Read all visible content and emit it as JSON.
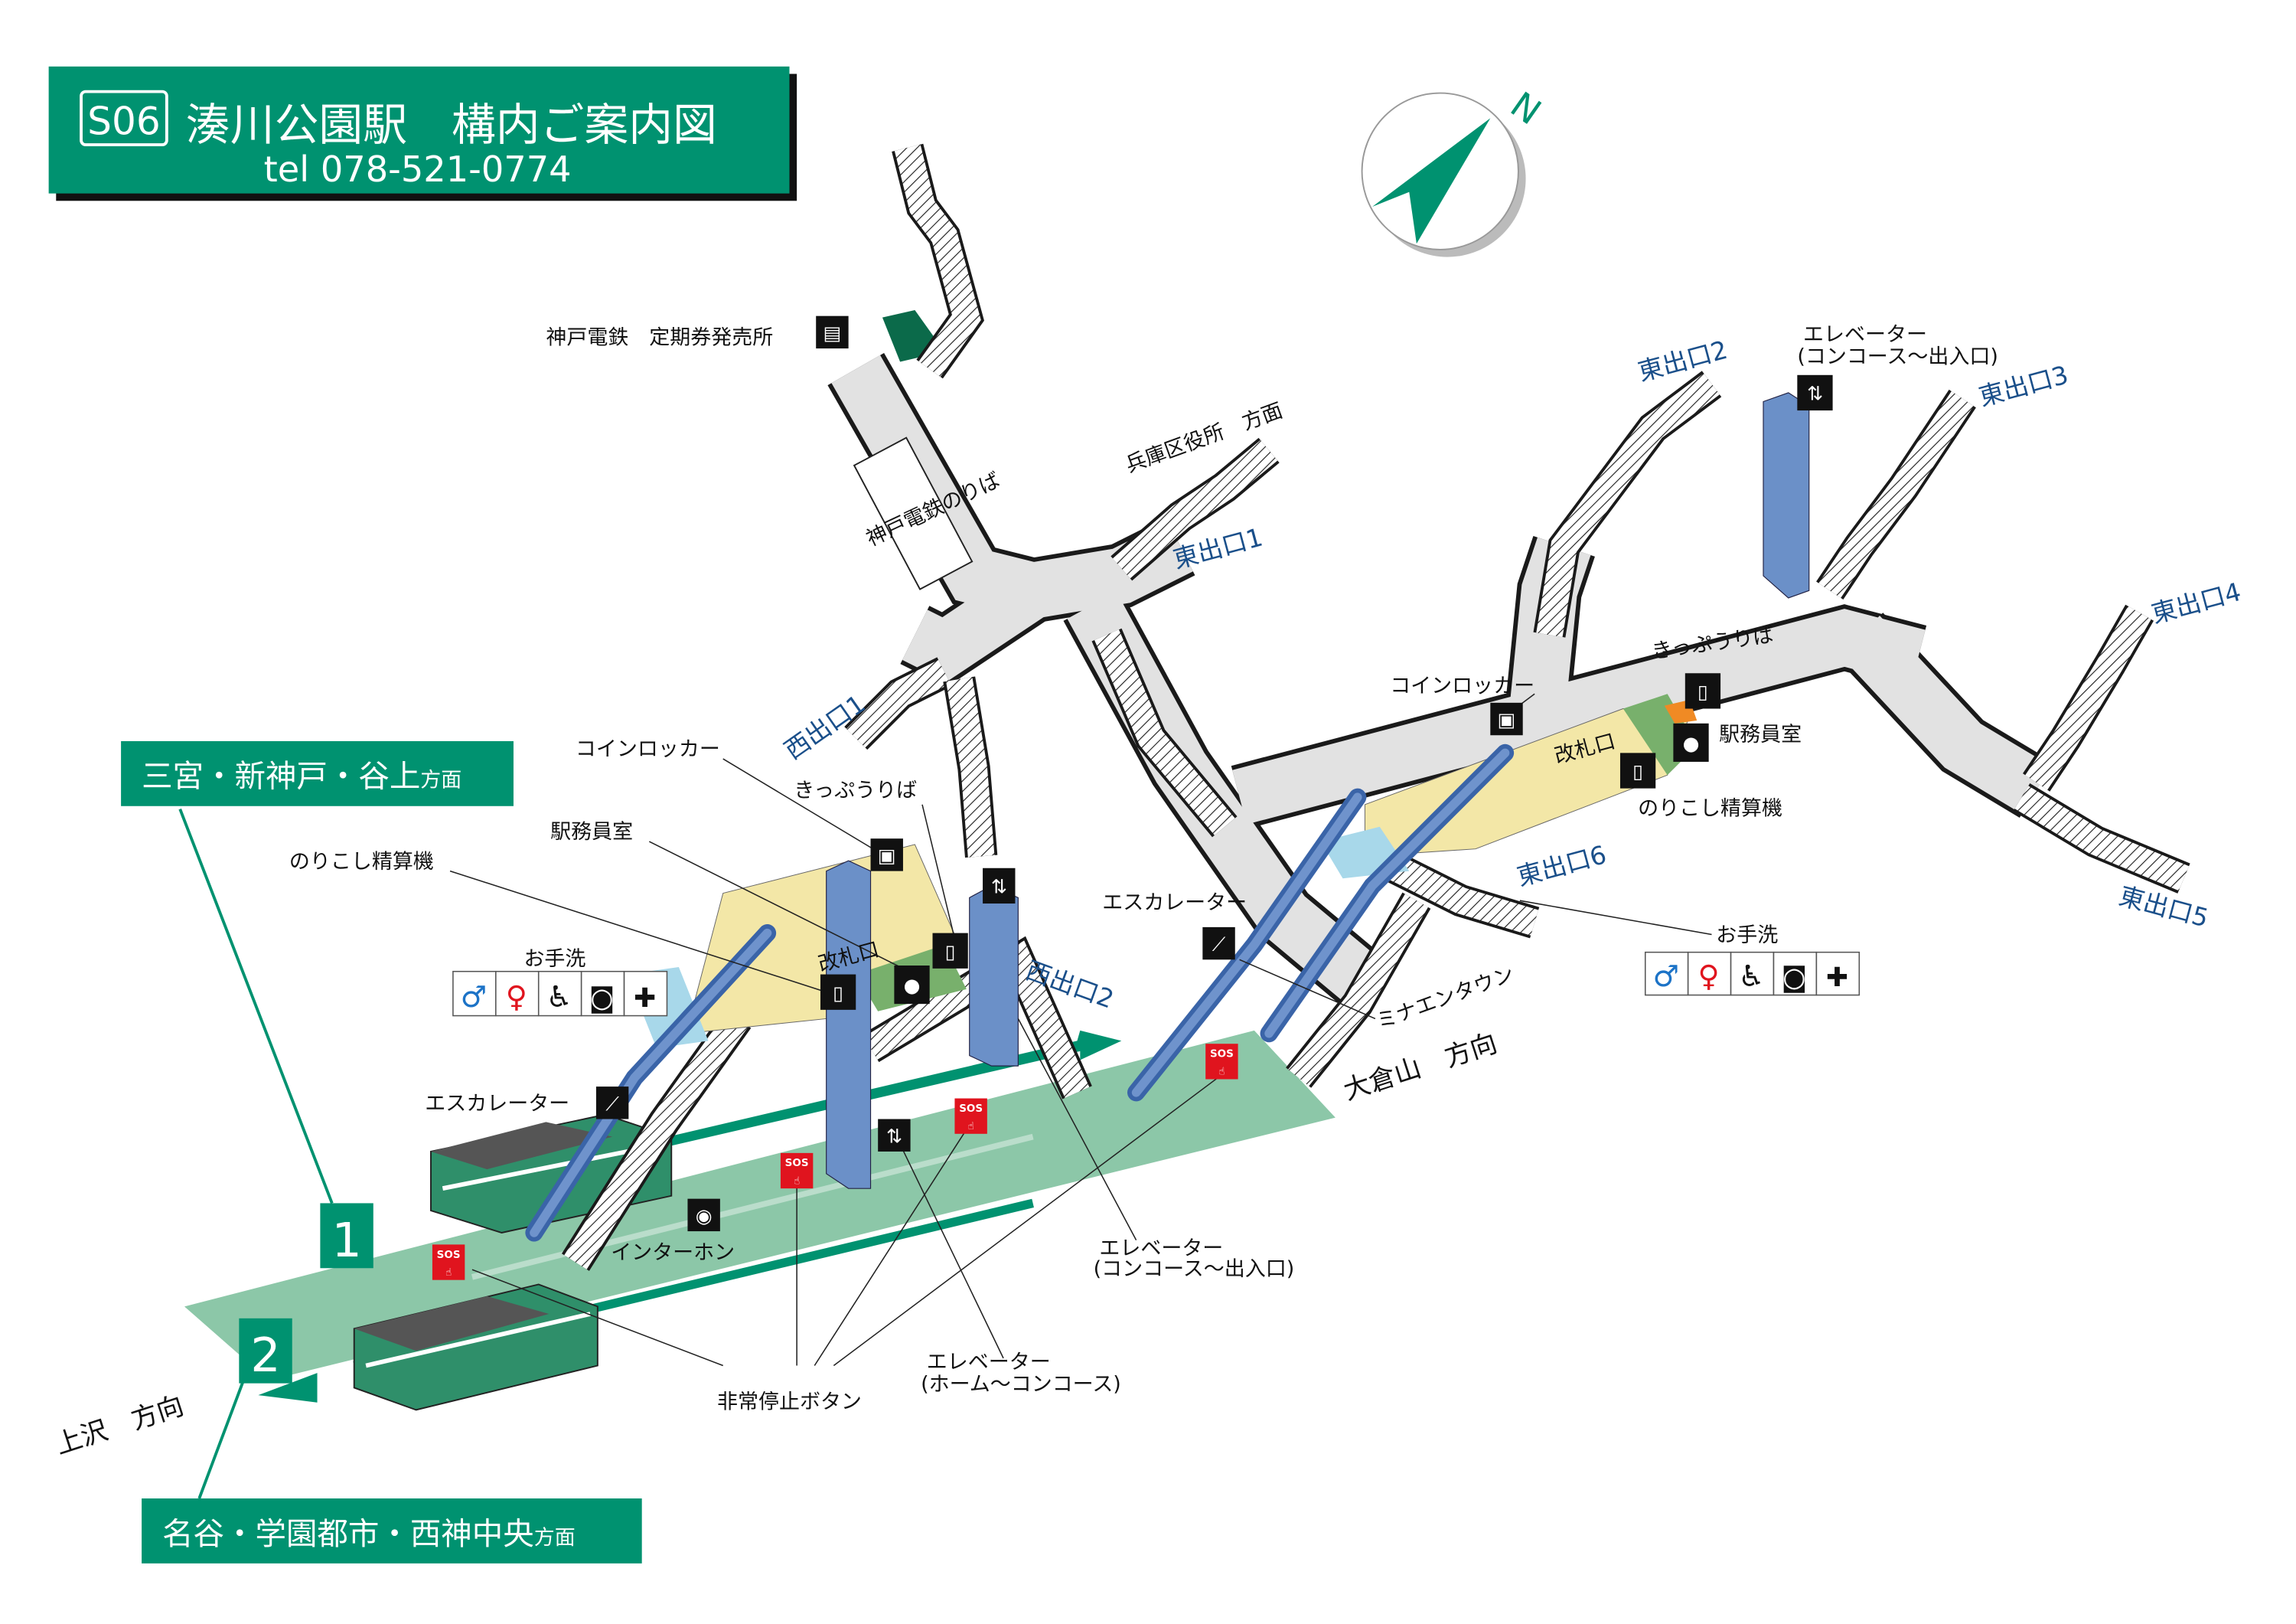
{
  "header": {
    "station_code": "S06",
    "title": "湊川公園駅　構内ご案内図",
    "tel": "tel 078-521-0774",
    "compass_label": "N"
  },
  "colors": {
    "brand_green": "#009270",
    "platform_green": "#8cc7a8",
    "concourse_gray": "#e2e2e2",
    "gate_yellow": "#f3e7a7",
    "gate_green": "#78b06c",
    "elevator_blue": "#6b90c8",
    "exit_blue": "#1a4f8a",
    "sos_red": "#e0141e"
  },
  "directions": {
    "track1": "1",
    "track2": "2",
    "track1_dest": "三宮・新神戸・谷上",
    "track2_dest": "名谷・学園都市・西神中央",
    "dest_suffix": "方面",
    "kamisawa": "上沢　方向",
    "okurayama": "大倉山　方向",
    "hyogo": "兵庫区役所　方面"
  },
  "exits": {
    "east1": "東出口1",
    "east2": "東出口2",
    "east3": "東出口3",
    "east4": "東出口4",
    "east5": "東出口5",
    "east6": "東出口6",
    "west1": "西出口1",
    "west2": "西出口2"
  },
  "labels": {
    "shintetsu_pass": "神戸電鉄　定期券発売所",
    "shintetsu_platform": "神戸電鉄のりば",
    "minaen_town": "ミナエンタウン",
    "east_elevator_1": "エレベーター",
    "east_elevator_2": "(コンコース～出入口)",
    "east_ticket": "きっぷうりば",
    "east_locker": "コインロッカー",
    "east_office": "駅務員室",
    "east_fare": "のりこし精算機",
    "east_gate": "改札口",
    "east_toilet": "お手洗",
    "east_escalator": "エスカレーター",
    "west_locker": "コインロッカー",
    "west_ticket": "きっぷうりば",
    "west_office": "駅務員室",
    "west_fare": "のりこし精算機",
    "west_toilet": "お手洗",
    "west_gate": "改札口",
    "west_escalator": "エスカレーター",
    "intercom": "インターホン",
    "emergency_stop": "非常停止ボタン",
    "platform_elevator_1": "エレベーター",
    "platform_elevator_2": "(ホーム～コンコース)",
    "west_elevator_1": "エレベーター",
    "west_elevator_2": "(コンコース～出入口)",
    "sos": "SOS"
  },
  "toilet_icons": [
    "male-toilet-icon",
    "female-toilet-icon",
    "wheelchair-icon",
    "baby-changing-icon",
    "ostomate-icon"
  ]
}
